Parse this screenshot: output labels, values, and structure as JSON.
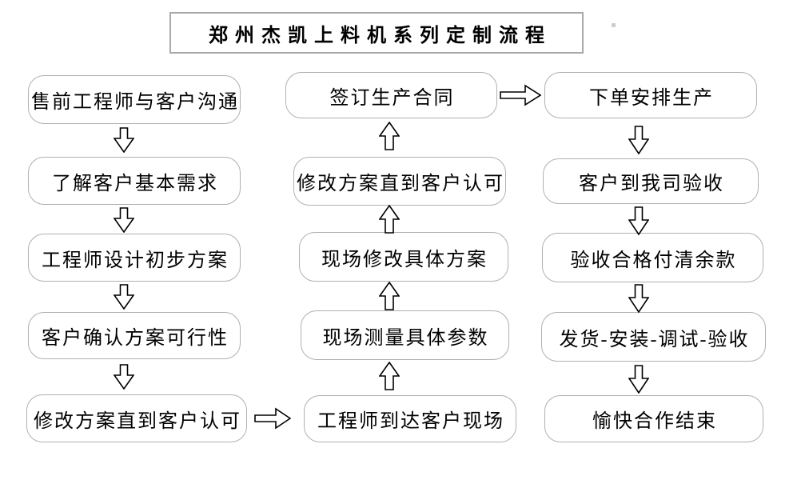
{
  "title": "郑州杰凯上料机系列定制流程",
  "columns": [
    {
      "name": "pre-sales-phase",
      "boxes": [
        "售前工程师与客户沟通",
        "了解客户基本需求",
        "工程师设计初步方案",
        "客户确认方案可行性",
        "修改方案直到客户认可"
      ]
    },
    {
      "name": "on-site-phase",
      "boxes": [
        "签订生产合同",
        "修改方案直到客户认可",
        "现场修改具体方案",
        "现场测量具体参数",
        "工程师到达客户现场"
      ]
    },
    {
      "name": "production-phase",
      "boxes": [
        "下单安排生产",
        "客户到我司验收",
        "验收合格付清余款",
        "发货-安装-调试-验收",
        "愉快合作结束"
      ]
    }
  ],
  "colors": {
    "background": "#ffffff",
    "box_border": "#b0b0b0",
    "title_border": "#a9a9a9",
    "text": "#000000",
    "arrow_outline": "#000000",
    "arrow_fill": "#ffffff"
  }
}
